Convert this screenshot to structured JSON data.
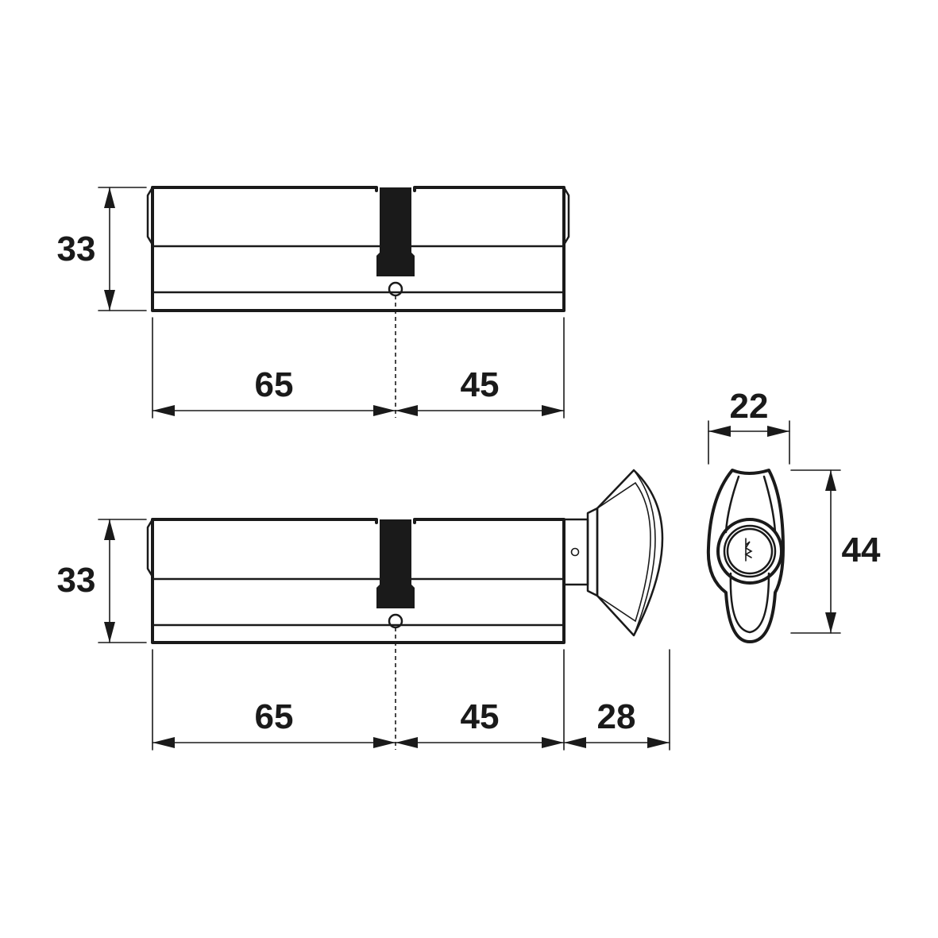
{
  "drawing": {
    "top_view": {
      "height_label": "33",
      "left_length_label": "65",
      "right_length_label": "45"
    },
    "bottom_view": {
      "height_label": "33",
      "left_length_label": "65",
      "right_length_label": "45",
      "knob_length_label": "28"
    },
    "end_view": {
      "width_label": "22",
      "height_label": "44"
    }
  }
}
